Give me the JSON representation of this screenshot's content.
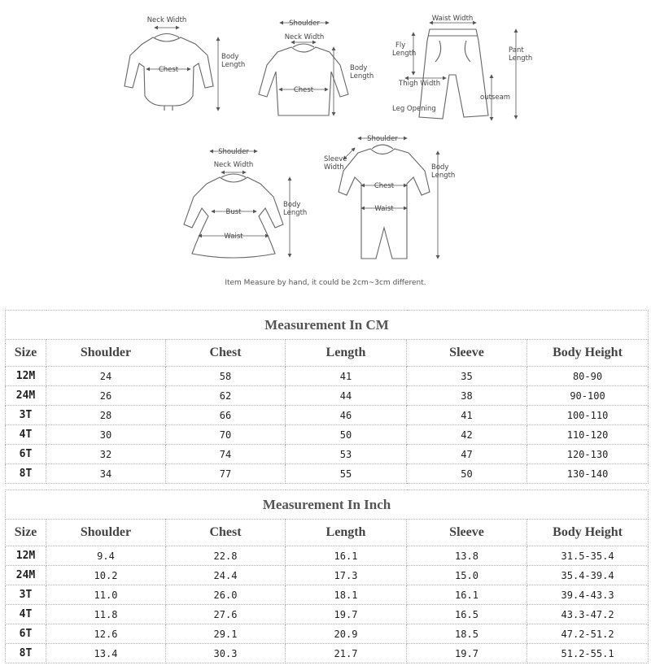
{
  "diagram_labels": {
    "bodysuit": {
      "neck_width": "Neck Width",
      "body_length": [
        "Body",
        "Length"
      ],
      "chest": "Chest"
    },
    "top": {
      "shoulder": "Shoulder",
      "neck_width": "Neck Width",
      "body_length": [
        "Body",
        "Length"
      ],
      "chest": "Chest"
    },
    "pants": {
      "waist_width": "Waist Width",
      "fly_length": [
        "Fly",
        "Length"
      ],
      "pant_length": [
        "Pant",
        "Length"
      ],
      "thigh_width": "Thigh Width",
      "outseam": "outseam",
      "leg_opening": "Leg Opening"
    },
    "dress": {
      "shoulder": "Shoulder",
      "neck_width": "Neck Width",
      "body_length": [
        "Body",
        "Length"
      ],
      "bust": "Bust",
      "waist": "Waist"
    },
    "romper": {
      "shoulder": "Shoulder",
      "sleeve_width": [
        "Sleeve",
        "Width"
      ],
      "body_length": [
        "Body",
        "Length"
      ],
      "chest": "Chest",
      "waist": "Waist"
    }
  },
  "note": "Item Measure by hand, it could be 2cm~3cm different.",
  "tables": [
    {
      "title": "Measurement In CM",
      "headers": [
        "Size",
        "Shoulder",
        "Chest",
        "Length",
        "Sleeve",
        "Body Height"
      ],
      "rows": [
        [
          "12M",
          "24",
          "58",
          "41",
          "35",
          "80-90"
        ],
        [
          "24M",
          "26",
          "62",
          "44",
          "38",
          "90-100"
        ],
        [
          "3T",
          "28",
          "66",
          "46",
          "41",
          "100-110"
        ],
        [
          "4T",
          "30",
          "70",
          "50",
          "42",
          "110-120"
        ],
        [
          "6T",
          "32",
          "74",
          "53",
          "47",
          "120-130"
        ],
        [
          "8T",
          "34",
          "77",
          "55",
          "50",
          "130-140"
        ]
      ]
    },
    {
      "title": "Measurement In Inch",
      "headers": [
        "Size",
        "Shoulder",
        "Chest",
        "Length",
        "Sleeve",
        "Body Height"
      ],
      "rows": [
        [
          "12M",
          "9.4",
          "22.8",
          "16.1",
          "13.8",
          "31.5-35.4"
        ],
        [
          "24M",
          "10.2",
          "24.4",
          "17.3",
          "15.0",
          "35.4-39.4"
        ],
        [
          "3T",
          "11.0",
          "26.0",
          "18.1",
          "16.1",
          "39.4-43.3"
        ],
        [
          "4T",
          "11.8",
          "27.6",
          "19.7",
          "16.5",
          "43.3-47.2"
        ],
        [
          "6T",
          "12.6",
          "29.1",
          "20.9",
          "18.5",
          "47.2-51.2"
        ],
        [
          "8T",
          "13.4",
          "30.3",
          "21.7",
          "19.7",
          "51.2-55.1"
        ]
      ]
    }
  ]
}
